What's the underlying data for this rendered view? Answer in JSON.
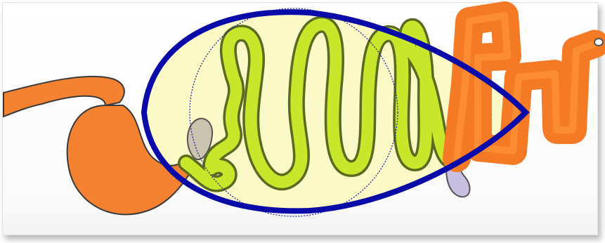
{
  "colors": {
    "stomach": "#f58231",
    "stomach_outline": "#3a3a3a",
    "small_intestine": "#c8e62a",
    "small_intestine_outline": "#5a6a20",
    "large_intestine": "#f57a25",
    "appendix": "#c9bfe3",
    "pancreas": "#c9c3b0",
    "highlight_fill": "#fbf9c6",
    "teardrop_outline": "#0a0aa8",
    "inner_circle": "#1a1aa0"
  },
  "icons": {
    "stomach": "stomach-illustration",
    "small_intestine": "small-intestine-illustration",
    "large_intestine": "large-intestine-illustration",
    "appendix": "appendix-illustration",
    "highlight": "teardrop-highlight-outline"
  }
}
